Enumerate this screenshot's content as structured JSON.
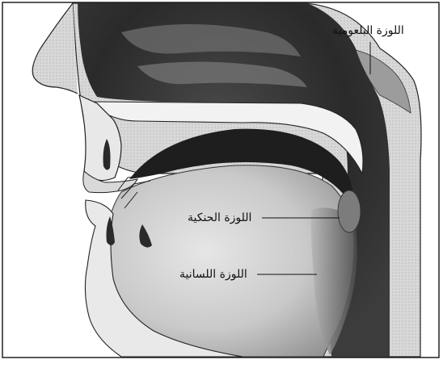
{
  "figure": {
    "labels": {
      "pharyngeal_tonsil": "اللوزة البلعومية",
      "palatine_tonsil": "اللوزة الحنكية",
      "lingual_tonsil": "اللوزة اللسانية"
    }
  }
}
